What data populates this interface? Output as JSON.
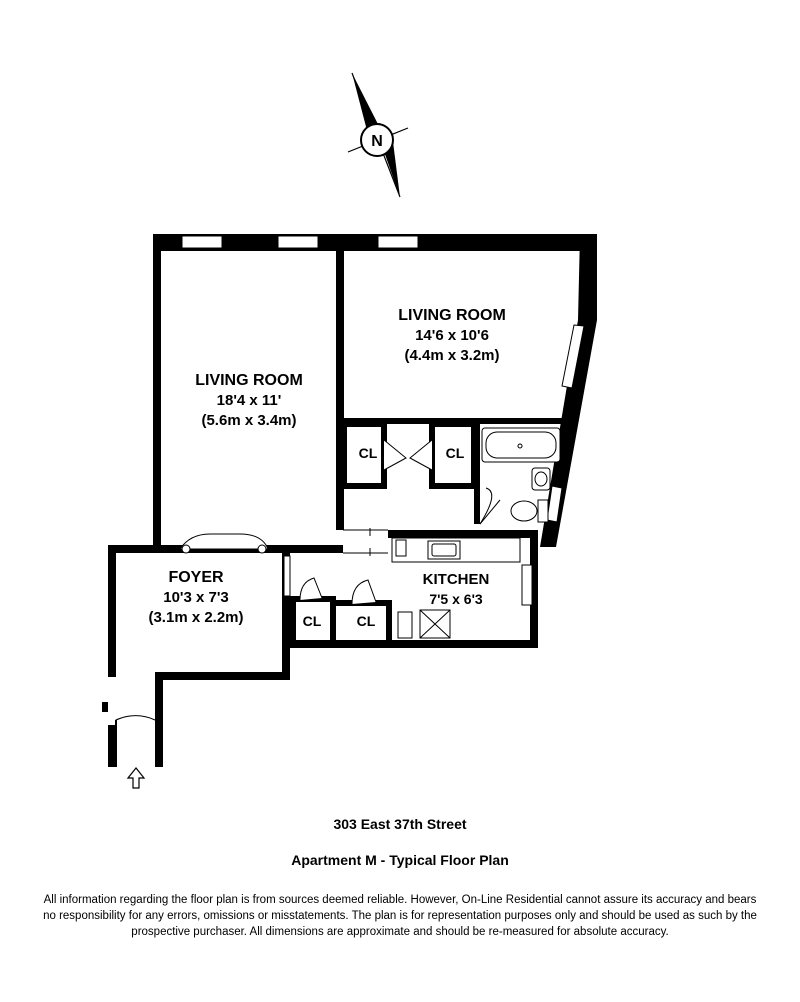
{
  "compass": {
    "letter": "N",
    "icon": "north-arrow-icon"
  },
  "rooms": {
    "living_left": {
      "name": "LIVING ROOM",
      "dims": "18'4 x 11'",
      "metric": "(5.6m x 3.4m)"
    },
    "living_right": {
      "name": "LIVING ROOM",
      "dims": "14'6 x 10'6",
      "metric": "(4.4m x 3.2m)"
    },
    "foyer": {
      "name": "FOYER",
      "dims": "10'3 x 7'3",
      "metric": "(3.1m x 2.2m)"
    },
    "kitchen": {
      "name": "KITCHEN",
      "dims": "7'5 x 6'3"
    },
    "closet_label": "CL"
  },
  "entry": {
    "icon": "entry-arrow-icon"
  },
  "address": "303 East 37th Street",
  "plan_title": "Apartment M - Typical Floor Plan",
  "disclaimer": "All information regarding the floor plan is from sources deemed reliable.  However, On-Line Residential cannot assure its accuracy and bears no responsibility for any errors, omissions or misstatements.  The plan is for representation purposes only and should be used as such by the prospective purchaser.  All dimensions are approximate and should be re-measured for absolute accuracy.",
  "colors": {
    "wall": "#000000",
    "background": "#ffffff"
  }
}
